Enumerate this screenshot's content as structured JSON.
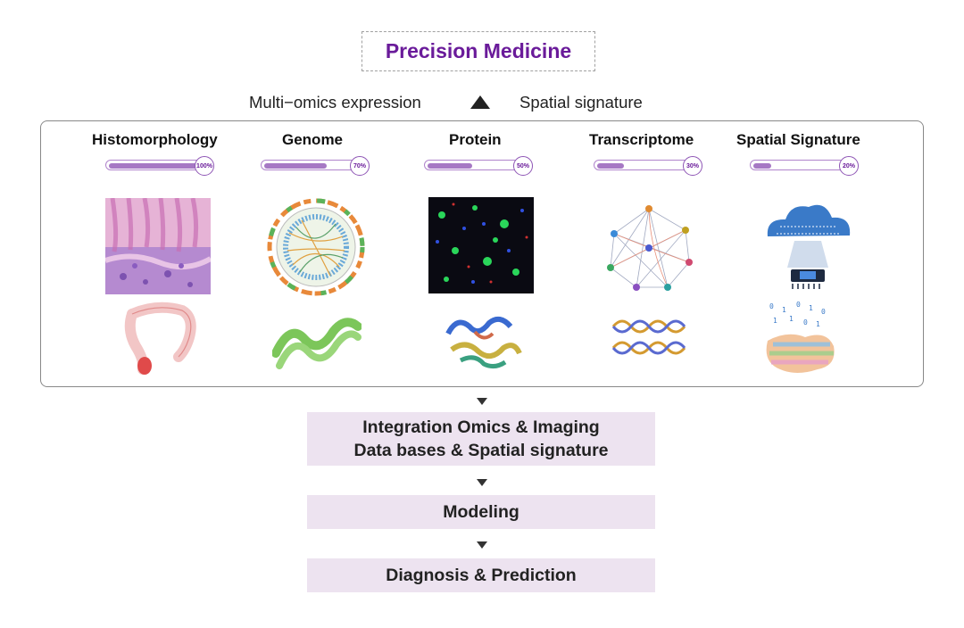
{
  "title": "Precision Medicine",
  "subheader": {
    "left": "Multi−omics expression",
    "right": "Spatial signature"
  },
  "columns": [
    {
      "id": "histomorphology",
      "title": "Histomorphology",
      "percent": 1.0,
      "percent_label": "100%"
    },
    {
      "id": "genome",
      "title": "Genome",
      "percent": 0.7,
      "percent_label": "70%"
    },
    {
      "id": "protein",
      "title": "Protein",
      "percent": 0.5,
      "percent_label": "50%"
    },
    {
      "id": "transcriptome",
      "title": "Transcriptome",
      "percent": 0.3,
      "percent_label": "30%"
    },
    {
      "id": "spatial",
      "title": "Spatial Signature",
      "percent": 0.2,
      "percent_label": "20%"
    }
  ],
  "steps": {
    "integration_line1": "Integration Omics & Imaging",
    "integration_line2": "Data bases & Spatial signature",
    "modeling": "Modeling",
    "diagnosis": "Diagnosis & Prediction"
  },
  "colors": {
    "title": "#6a1b9a",
    "bar_fill": "#a678c4",
    "step_bg": "#ede3f0"
  }
}
